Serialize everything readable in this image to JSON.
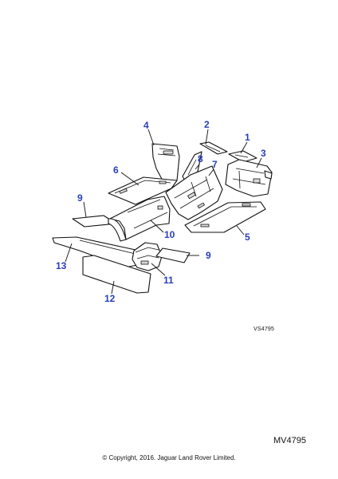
{
  "diagram": {
    "callouts": [
      "1",
      "2",
      "3",
      "4",
      "5",
      "6",
      "7",
      "8",
      "9",
      "9",
      "10",
      "11",
      "12",
      "13"
    ],
    "small_reference": "VS4795",
    "reference_code": "MV4795",
    "copyright": "© Copyright, 2016. Jaguar Land Rover Limited.",
    "colors": {
      "callout": "#2a3fb8",
      "line": "#111111"
    }
  }
}
